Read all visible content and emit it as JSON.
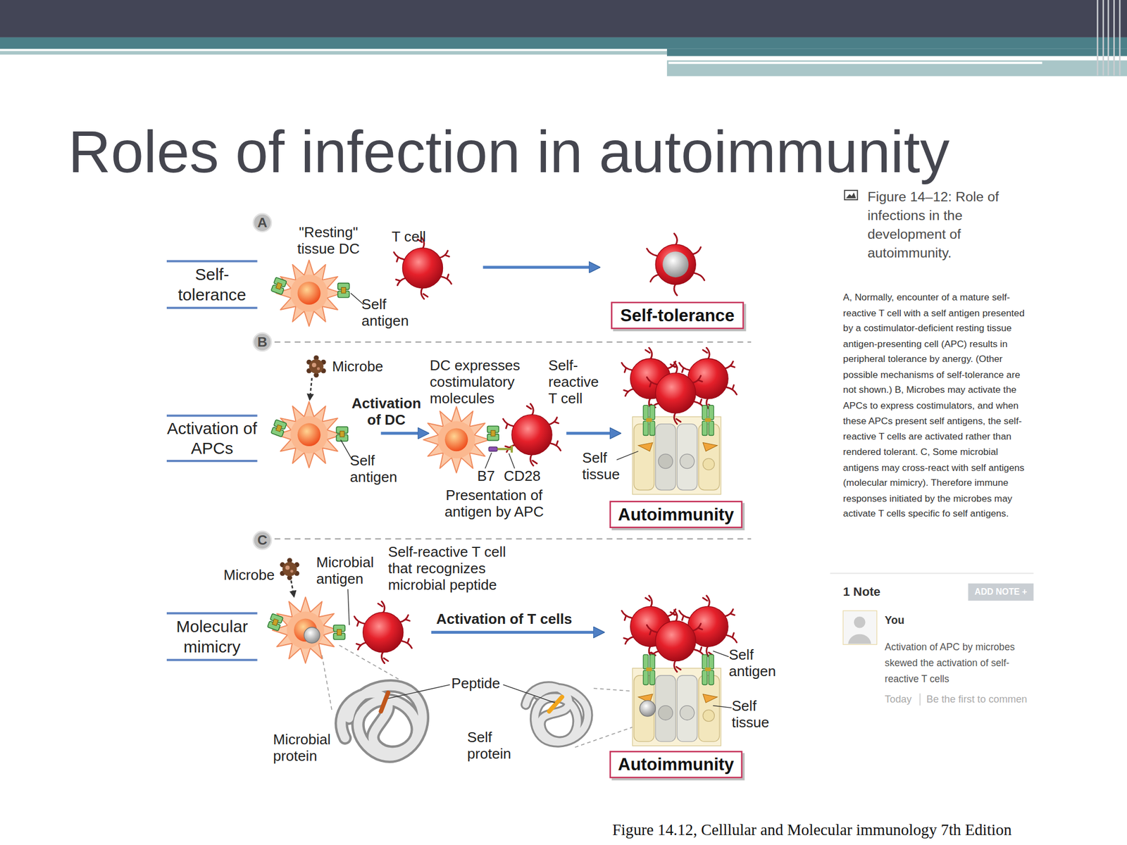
{
  "diagram": {
    "title": "Roles of infection in autoimmunity",
    "caption": "Figure 14.12, Celllular and Molecular immunology 7th Edition",
    "nodes": [
      {
        "text": [
          "A"
        ]
      },
      {
        "text": [
          "Self-tolerance"
        ]
      },
      {
        "text": [
          "Self-tolerance"
        ]
      },
      {
        "text": [
          "B"
        ]
      },
      {
        "text": [
          "Activation of APCs"
        ]
      },
      {
        "text": [
          "Autoimmunity"
        ]
      },
      {
        "text": [
          "C"
        ]
      },
      {
        "text": [
          "Molecular mimicry"
        ]
      },
      {
        "text": [
          "Autoimmunity"
        ]
      },
      {
        "text": [
          "ADD NOTE +"
        ]
      }
    ],
    "labels": [
      "\"Resting\" tissue DC",
      "T cell",
      "Self antigen",
      "Microbe",
      "Activation of DC",
      "DC expresses costimulatory molecules",
      "Self-reactive T cell",
      "Self antigen",
      "B7",
      "CD28",
      "Presentation of antigen by APC",
      "Self tissue",
      "Microbe",
      "Microbial antigen",
      "Self-reactive T cell that recognizes microbial peptide",
      "Activation of T cells",
      "Peptide",
      "Self antigen",
      "Self tissue",
      "Microbial protein",
      "Self protein",
      "Figure 14–12: Role of infections in the development of autoimmunity.",
      "A, Normally, encounter of a mature self-reactive T cell with a self antigen presented by a costimulator-deficient resting tissue antigen-presenting cell (APC) results in peripheral tolerance by anergy. (Other possible mechanisms of self-tolerance are not shown.) B, Microbes may activate the APCs to express costimulators, and when these APCs present self antigens, the self-reactive T cells are activated rather than rendered tolerant. C, Some microbial antigens may cross-react with self antigens (molecular mimicry). Therefore immune responses initiated by the microbes may activate T cells specific fo self antigens.",
      "1 Note",
      "You",
      "Activation of APC by microbes skewed the activation of self-reactive T cells",
      "Today",
      "Be the first to commen"
    ]
  }
}
